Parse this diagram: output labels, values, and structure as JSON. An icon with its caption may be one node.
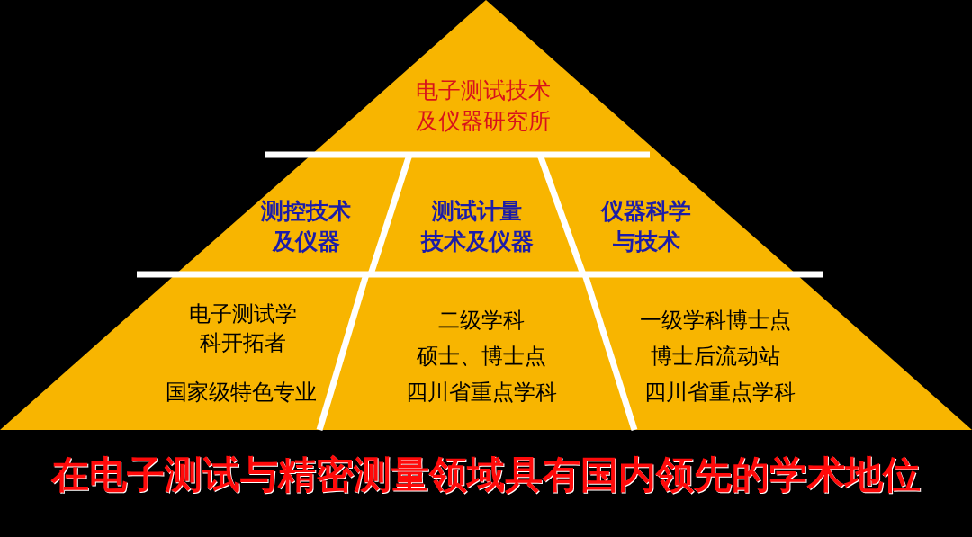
{
  "diagram": {
    "nodes": [
      {
        "text": [
          "电子测试技术及仪器研究所"
        ]
      },
      {
        "text": [
          "测控技术及仪器"
        ]
      },
      {
        "text": [
          "测试计量技术及仪器"
        ]
      },
      {
        "text": [
          "仪器科学与技术"
        ]
      },
      {
        "text": [
          "电子测试学科开拓者",
          "国家级特色专业"
        ]
      },
      {
        "text": [
          "二级学科",
          "硕士、博士点",
          "四川省重点学科"
        ]
      },
      {
        "text": [
          "一级学科博士点",
          "博士后流动站",
          "四川省重点学科"
        ]
      }
    ],
    "labels": [
      "在电子测试与精密测量领域具有国内领先的学术地位"
    ]
  }
}
